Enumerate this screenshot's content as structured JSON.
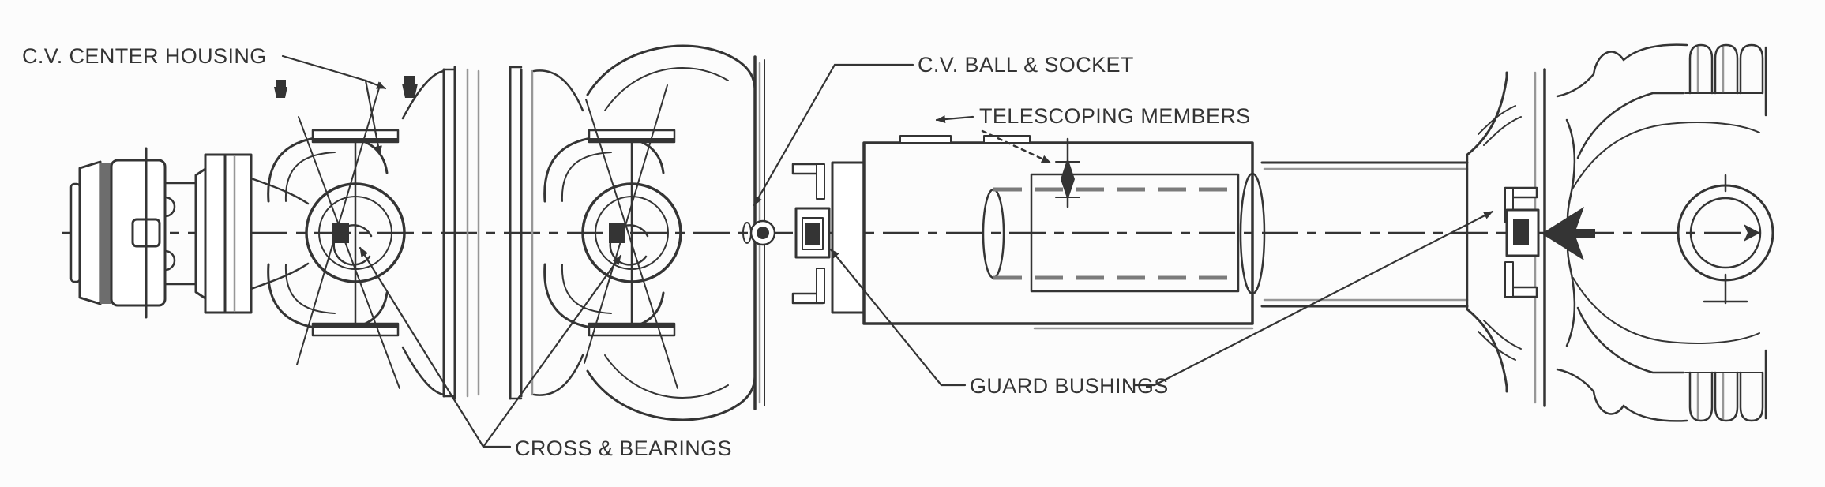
{
  "diagram": {
    "type": "technical-line-drawing",
    "subject": "PTO driveline with constant-velocity joint, telescoping guard and yokes (side view)",
    "colors": {
      "line": "#343434",
      "shade": "#979797",
      "background": "#fcfcfc"
    },
    "labels": {
      "cv_center_housing": "C.V. CENTER HOUSING",
      "cv_ball_socket": "C.V. BALL & SOCKET",
      "telescoping_members": "TELESCOPING MEMBERS",
      "cross_bearings": "CROSS & BEARINGS",
      "guard_bushings": "GUARD BUSHINGS"
    },
    "callouts": [
      {
        "label": "C.V. CENTER HOUSING",
        "points_to": "center housing between the two universal joints"
      },
      {
        "label": "C.V. BALL & SOCKET",
        "points_to": "ball and socket at the CV bell flange"
      },
      {
        "label": "TELESCOPING MEMBERS",
        "points_to": "outer guard tube and inner sliding profile"
      },
      {
        "label": "CROSS & BEARINGS",
        "points_to": "both universal joint crosses"
      },
      {
        "label": "GUARD BUSHINGS",
        "points_to": "guard bushings at bell end and implement end"
      }
    ]
  }
}
